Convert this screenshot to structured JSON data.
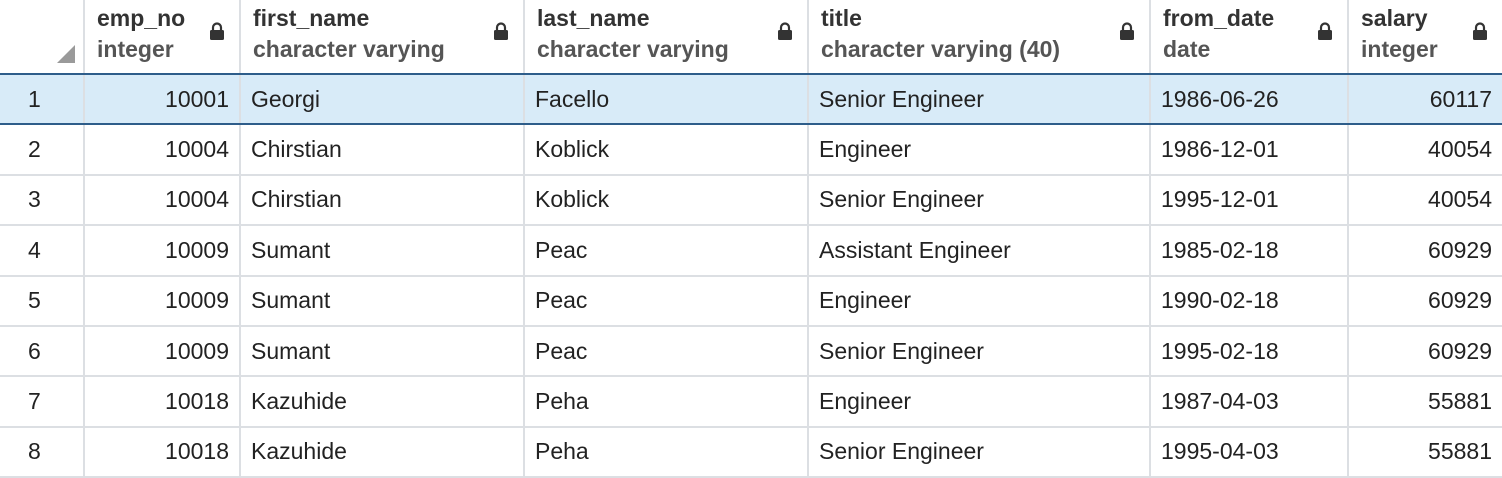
{
  "columns": [
    {
      "name": "emp_no",
      "type": "integer"
    },
    {
      "name": "first_name",
      "type": "character varying"
    },
    {
      "name": "last_name",
      "type": "character varying"
    },
    {
      "name": "title",
      "type": "character varying (40)"
    },
    {
      "name": "from_date",
      "type": "date"
    },
    {
      "name": "salary",
      "type": "integer"
    }
  ],
  "rows": [
    {
      "num": "1",
      "emp_no": "10001",
      "first_name": "Georgi",
      "last_name": "Facello",
      "title": "Senior Engineer",
      "from_date": "1986-06-26",
      "salary": "60117"
    },
    {
      "num": "2",
      "emp_no": "10004",
      "first_name": "Chirstian",
      "last_name": "Koblick",
      "title": "Engineer",
      "from_date": "1986-12-01",
      "salary": "40054"
    },
    {
      "num": "3",
      "emp_no": "10004",
      "first_name": "Chirstian",
      "last_name": "Koblick",
      "title": "Senior Engineer",
      "from_date": "1995-12-01",
      "salary": "40054"
    },
    {
      "num": "4",
      "emp_no": "10009",
      "first_name": "Sumant",
      "last_name": "Peac",
      "title": "Assistant Engineer",
      "from_date": "1985-02-18",
      "salary": "60929"
    },
    {
      "num": "5",
      "emp_no": "10009",
      "first_name": "Sumant",
      "last_name": "Peac",
      "title": "Engineer",
      "from_date": "1990-02-18",
      "salary": "60929"
    },
    {
      "num": "6",
      "emp_no": "10009",
      "first_name": "Sumant",
      "last_name": "Peac",
      "title": "Senior Engineer",
      "from_date": "1995-02-18",
      "salary": "60929"
    },
    {
      "num": "7",
      "emp_no": "10018",
      "first_name": "Kazuhide",
      "last_name": "Peha",
      "title": "Engineer",
      "from_date": "1987-04-03",
      "salary": "55881"
    },
    {
      "num": "8",
      "emp_no": "10018",
      "first_name": "Kazuhide",
      "last_name": "Peha",
      "title": "Senior Engineer",
      "from_date": "1995-04-03",
      "salary": "55881"
    }
  ],
  "selected_row": 0,
  "icons": {
    "column_lock": "lock-icon",
    "select_all": "select-all-corner-icon"
  },
  "colors": {
    "selected_row_bg": "#d8ebf8",
    "header_border": "#2e5d8a",
    "grid_line": "#dcdfe3"
  }
}
